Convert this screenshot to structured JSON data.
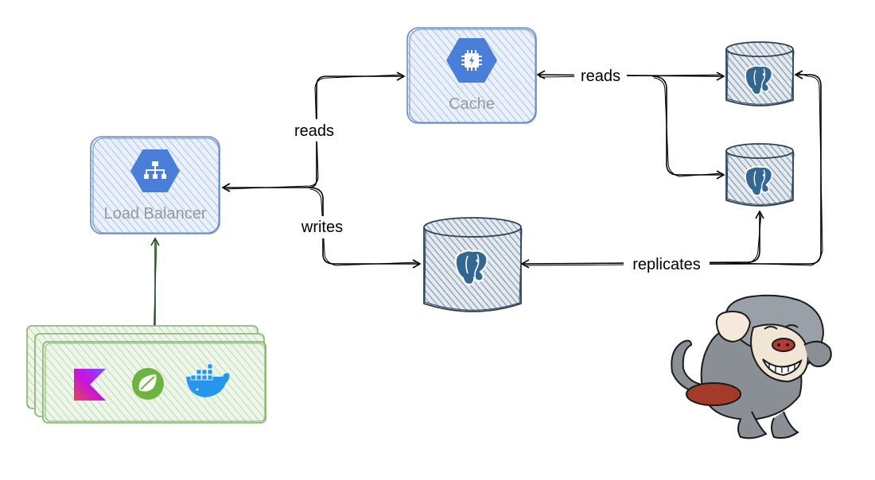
{
  "nodes": {
    "load_balancer": {
      "label": "Load Balancer",
      "icon": "network-hierarchy-icon"
    },
    "cache": {
      "label": "Cache",
      "icon": "chip-icon"
    },
    "primary_db": {
      "icon": "postgresql-elephant-icon"
    },
    "replica_db_1": {
      "icon": "postgresql-elephant-icon"
    },
    "replica_db_2": {
      "icon": "postgresql-elephant-icon"
    },
    "app_service": {
      "icons": [
        "kotlin-logo-icon",
        "spring-leaf-icon",
        "docker-whale-icon"
      ]
    },
    "mascot": {
      "icon": "baboon-cartoon-icon"
    }
  },
  "edges": {
    "reads_to_cache": "reads",
    "writes_to_primary": "writes",
    "cache_reads_replicas": "reads",
    "primary_replicates": "replicates"
  },
  "colors": {
    "blue_fill": "#dae8fc",
    "blue_stroke": "#6c8ebf",
    "hex_blue": "#4a7fd9",
    "db_fill": "#8fa3b8",
    "db_stroke": "#2d4257",
    "green_fill": "#d5e8d4",
    "green_stroke": "#82b366",
    "arrow": "#000000",
    "arrow_green": "#1f4f1f"
  }
}
